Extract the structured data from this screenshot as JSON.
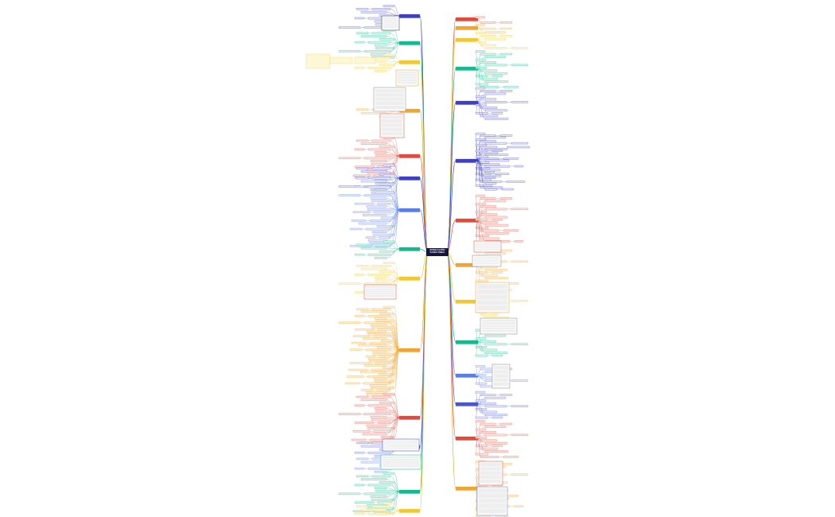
{
  "central_topic": {
    "line1": "IRRIGACIÓN",
    "line2": "SANGUÍNEA",
    "color": "#14143c"
  },
  "branch_colors": [
    "#3f3fc4",
    "#e24b3b",
    "#f0a431",
    "#f2c832",
    "#16b98c",
    "#5a7ee8",
    "#e0453a",
    "#f3b43c",
    "#4a56d1"
  ],
  "right_branches": [
    {
      "color": "#e24b3b",
      "style": "red"
    },
    {
      "color": "#f0a431",
      "style": "orange"
    },
    {
      "color": "#f2c832",
      "style": "yellow"
    },
    {
      "color": "#16b98c",
      "style": "green"
    },
    {
      "color": "#3f3fc4",
      "style": "blue"
    },
    {
      "color": "#3f3fc4",
      "style": "blue"
    },
    {
      "color": "#e24b3b",
      "style": "red"
    },
    {
      "color": "#f0a431",
      "style": "orange"
    },
    {
      "color": "#f2c832",
      "style": "yellow"
    },
    {
      "color": "#16b98c",
      "style": "green"
    },
    {
      "color": "#5a7ee8",
      "style": "blue"
    },
    {
      "color": "#4a56d1",
      "style": "blue"
    },
    {
      "color": "#e24b3b",
      "style": "red"
    },
    {
      "color": "#f0a431",
      "style": "orange"
    }
  ],
  "left_branches": [
    {
      "color": "#3f3fc4",
      "style": "blue"
    },
    {
      "color": "#16b98c",
      "style": "green"
    },
    {
      "color": "#f2c832",
      "style": "yellow"
    },
    {
      "color": "#f0a431",
      "style": "orange"
    },
    {
      "color": "#e24b3b",
      "style": "red"
    },
    {
      "color": "#3f3fc4",
      "style": "blue"
    },
    {
      "color": "#5a7ee8",
      "style": "blue"
    },
    {
      "color": "#16b98c",
      "style": "green"
    },
    {
      "color": "#f2c832",
      "style": "yellow"
    },
    {
      "color": "#f0a431",
      "style": "orange"
    },
    {
      "color": "#e24b3b",
      "style": "red"
    },
    {
      "color": "#4a56d1",
      "style": "blue"
    },
    {
      "color": "#5a7ee8",
      "style": "blue"
    },
    {
      "color": "#16b98c",
      "style": "green"
    },
    {
      "color": "#f2c832",
      "style": "yellow"
    }
  ],
  "node_fills": {
    "blue": "#e8e9fb",
    "red": "#fde6e4",
    "orange": "#fdefd9",
    "yellow": "#fdf7d6",
    "green": "#daf4ec"
  }
}
